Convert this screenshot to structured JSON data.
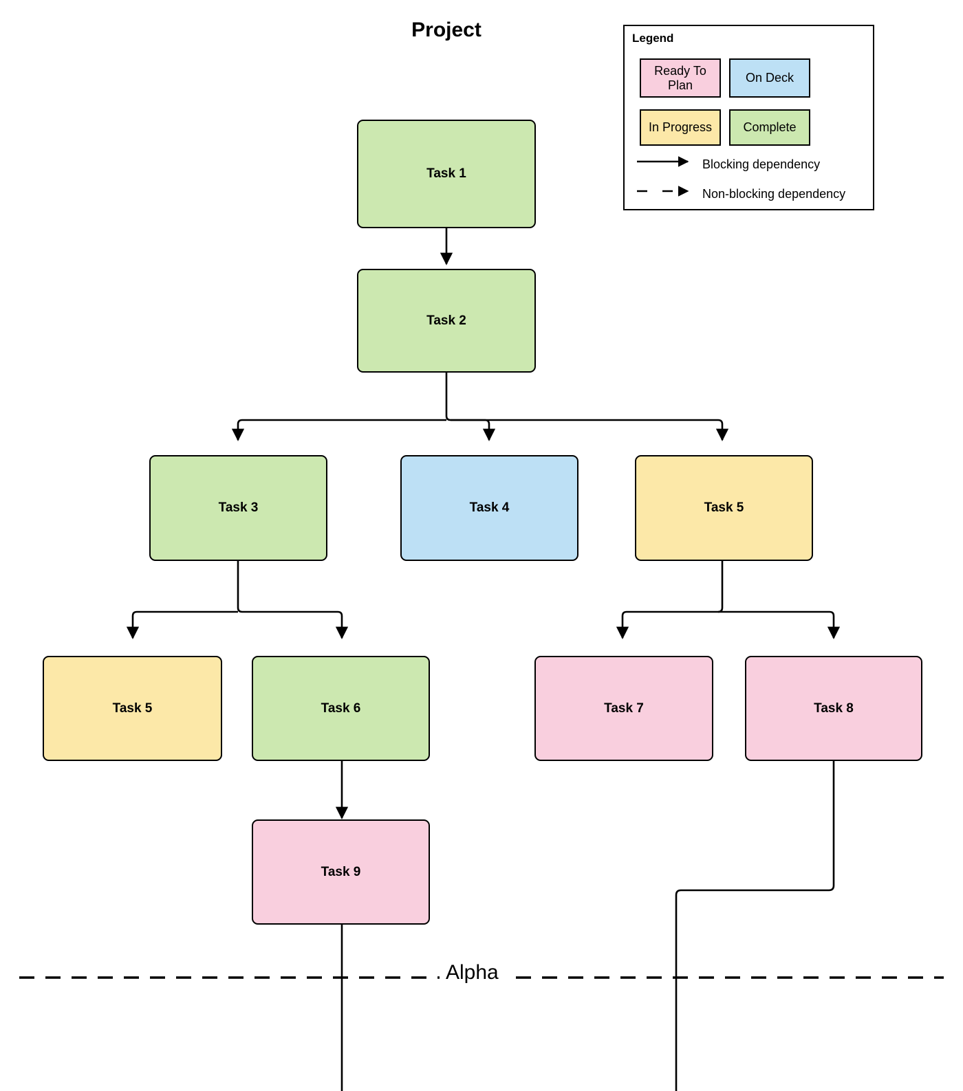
{
  "title": "Project",
  "legend": {
    "heading": "Legend",
    "statuses": [
      {
        "key": "ready",
        "label": "Ready To Plan",
        "color": "#f9cfde"
      },
      {
        "key": "ondeck",
        "label": "On Deck",
        "color": "#bde0f5"
      },
      {
        "key": "inprogress",
        "label": "In Progress",
        "color": "#fce8a8"
      },
      {
        "key": "complete",
        "label": "Complete",
        "color": "#cce8b0"
      }
    ],
    "edge_types": [
      {
        "key": "blocking",
        "label": "Blocking dependency",
        "style": "solid"
      },
      {
        "key": "nonblocking",
        "label": "Non-blocking dependency",
        "style": "dashed"
      }
    ]
  },
  "milestone": {
    "label": "Alpha",
    "style": "dashed"
  },
  "nodes": [
    {
      "id": "task1",
      "label": "Task 1",
      "status": "complete"
    },
    {
      "id": "task2",
      "label": "Task 2",
      "status": "complete"
    },
    {
      "id": "task3",
      "label": "Task 3",
      "status": "complete"
    },
    {
      "id": "task4",
      "label": "Task 4",
      "status": "ondeck"
    },
    {
      "id": "task5a",
      "label": "Task 5",
      "status": "inprogress"
    },
    {
      "id": "task5b",
      "label": "Task 5",
      "status": "inprogress"
    },
    {
      "id": "task6",
      "label": "Task 6",
      "status": "complete"
    },
    {
      "id": "task7",
      "label": "Task 7",
      "status": "ready"
    },
    {
      "id": "task8",
      "label": "Task 8",
      "status": "ready"
    },
    {
      "id": "task9",
      "label": "Task 9",
      "status": "ready"
    }
  ],
  "edges": [
    {
      "from": "task1",
      "to": "task2",
      "type": "blocking"
    },
    {
      "from": "task2",
      "to": "task3",
      "type": "blocking"
    },
    {
      "from": "task2",
      "to": "task4",
      "type": "blocking"
    },
    {
      "from": "task2",
      "to": "task5a",
      "type": "blocking"
    },
    {
      "from": "task3",
      "to": "task5b",
      "type": "blocking"
    },
    {
      "from": "task3",
      "to": "task6",
      "type": "blocking"
    },
    {
      "from": "task5a",
      "to": "task7",
      "type": "blocking"
    },
    {
      "from": "task5a",
      "to": "task8",
      "type": "blocking"
    },
    {
      "from": "task6",
      "to": "task9",
      "type": "blocking"
    },
    {
      "from": "task9",
      "to": "below-alpha",
      "type": "blocking"
    },
    {
      "from": "task8",
      "to": "below-alpha",
      "type": "blocking"
    }
  ],
  "colors": {
    "stroke": "#000000",
    "background": "#ffffff",
    "ready": "#f9cfde",
    "ondeck": "#bde0f5",
    "inprogress": "#fce8a8",
    "complete": "#cce8b0"
  }
}
